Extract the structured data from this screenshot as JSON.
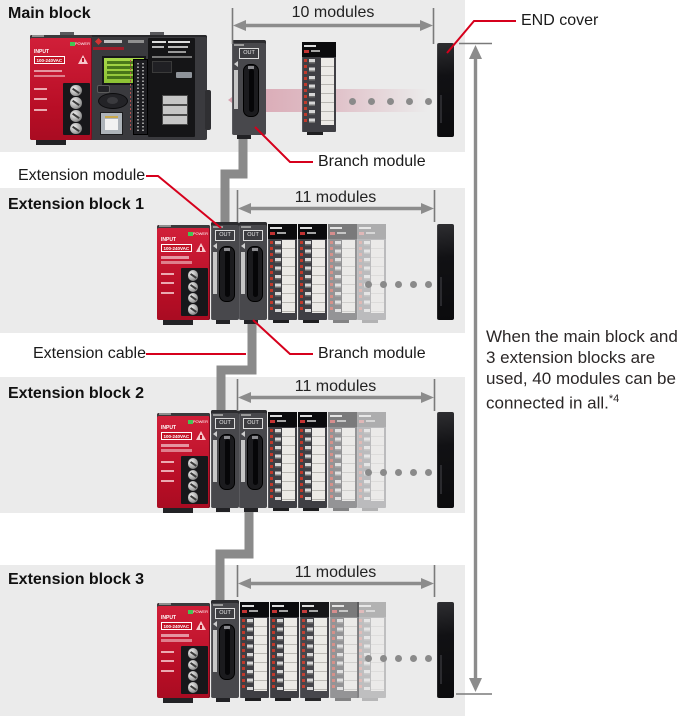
{
  "headings": {
    "main": "Main block",
    "ext1": "Extension block 1",
    "ext2": "Extension block 2",
    "ext3": "Extension block 3"
  },
  "measurements": {
    "main": "10 modules",
    "ext1": "11 modules",
    "ext2": "11 modules",
    "ext3": "11 modules"
  },
  "callouts": {
    "end_cover": "END cover",
    "branch_module_1": "Branch module",
    "extension_module": "Extension module",
    "extension_cable": "Extension cable",
    "branch_module_2": "Branch module"
  },
  "note": {
    "text": "When the main block and\n3 extension blocks are\nused, 40 modules can be\nconnected in all.",
    "superscript": "*4"
  },
  "module_text": {
    "out": "OUT",
    "power": "POWER",
    "input": "INPUT",
    "voltage_rating": "100-240VAC"
  },
  "colors": {
    "band_gray": "#ebebeb",
    "psu_red": "#c8102e",
    "annotation_red": "#d6001c",
    "cable_gray": "#8a8a8a",
    "arrow_gray": "#8c8c8c",
    "lcd_green": "#8cc234",
    "module_dark": "#46464a",
    "end_cover_black": "#111114",
    "flow_arrow_pink": "#c55a74"
  }
}
